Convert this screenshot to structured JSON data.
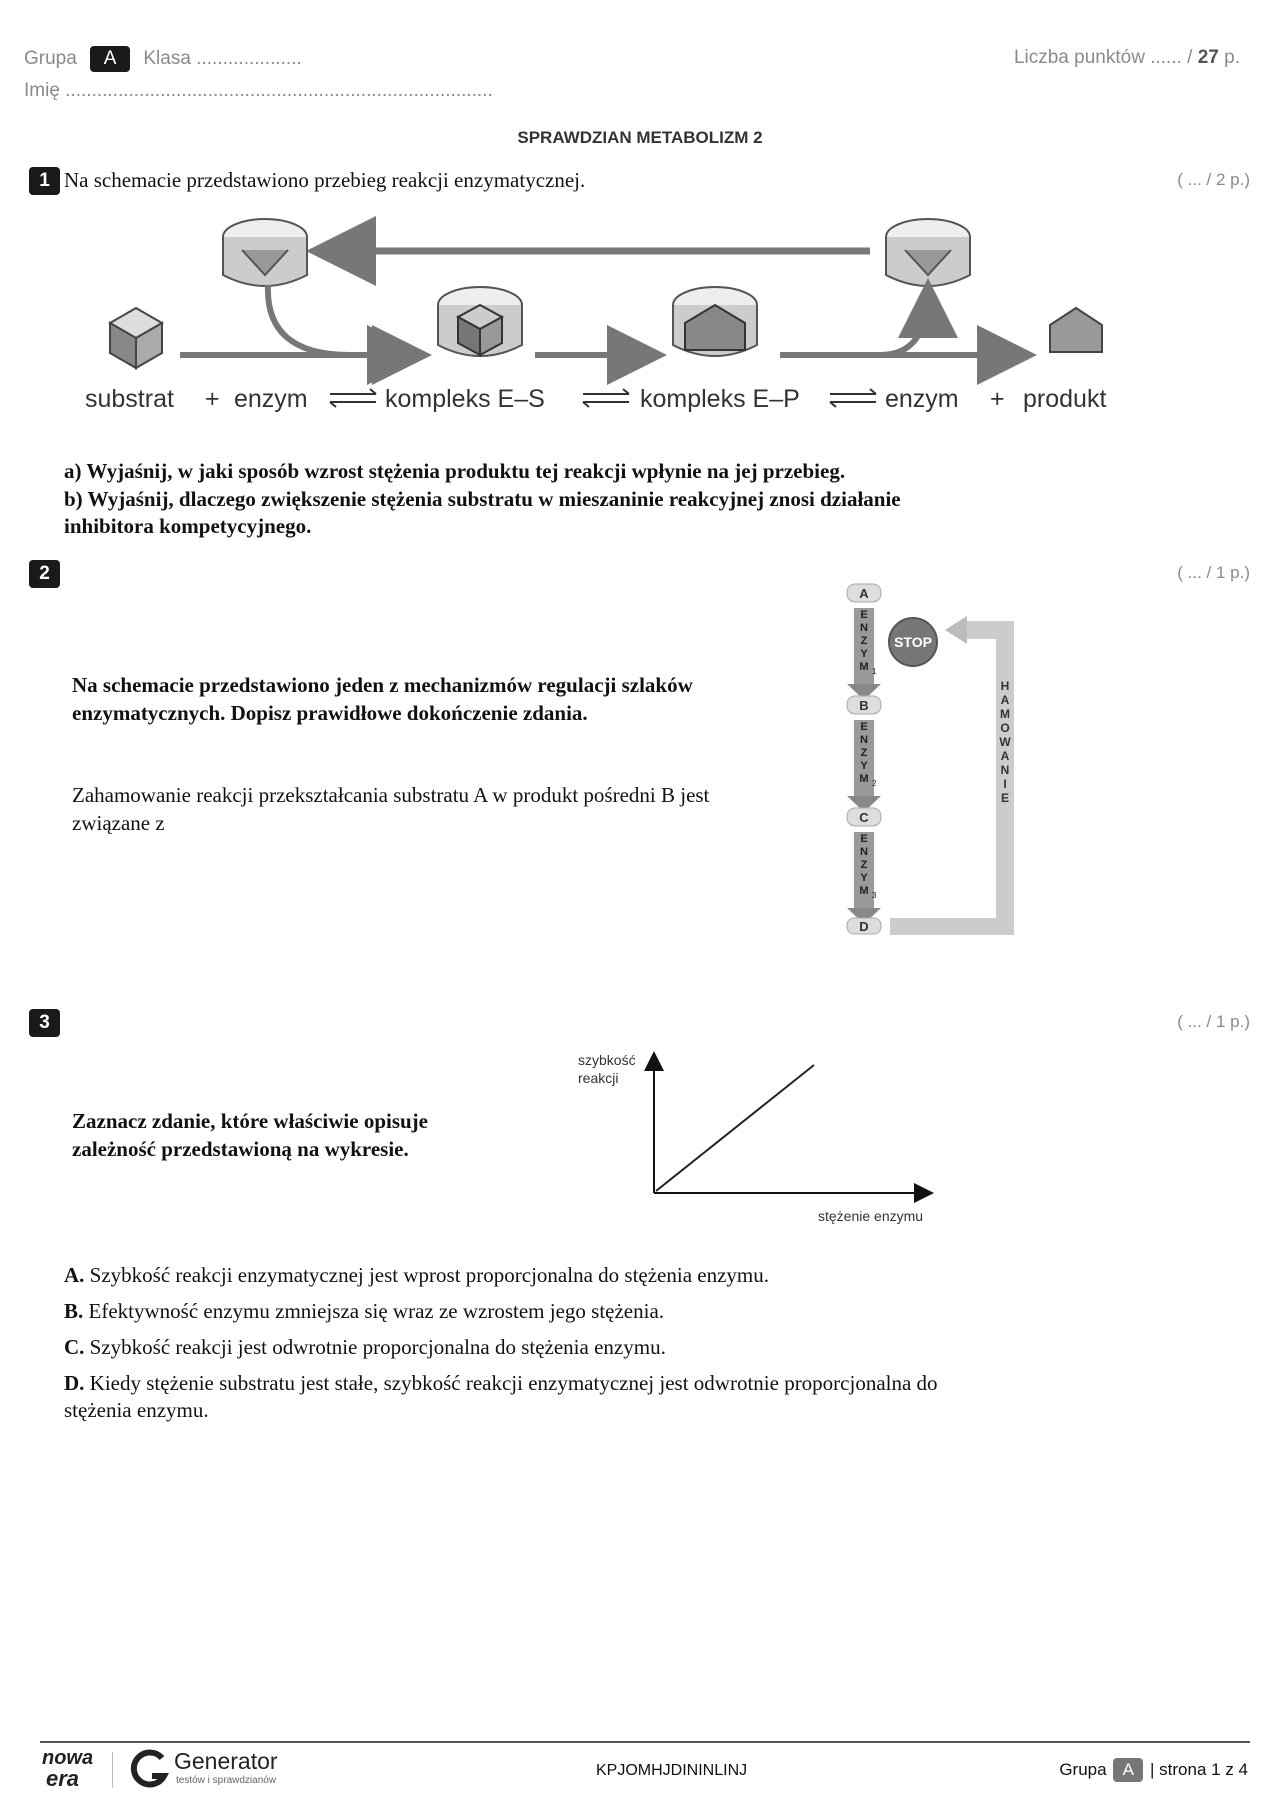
{
  "header": {
    "group_label": "Grupa",
    "group_value": "A",
    "class_label": "Klasa ....................",
    "points_label": "Liczba punktów ...... /",
    "points_total": "27",
    "points_unit": "p.",
    "name_label": "Imię ................................................................................."
  },
  "title": "SPRAWDZIAN METABOLIZM 2",
  "q1": {
    "number": "1",
    "prompt": "Na schemacie przedstawiono przebieg reakcji enzymatycznej.",
    "points": "( ... / 2 p.)",
    "diagram": {
      "substrat": "substrat",
      "plus1": "+",
      "enzym1": "enzym",
      "kompleks_es": "kompleks E–S",
      "kompleks_ep": "kompleks E–P",
      "enzym2": "enzym",
      "plus2": "+",
      "produkt": "produkt"
    },
    "part_a": "a) Wyjaśnij, w jaki sposób wzrost stężenia produktu tej reakcji wpłynie na jej przebieg.",
    "part_b_line1": "b) Wyjaśnij, dlaczego zwiększenie stężenia substratu w mieszaninie reakcyjnej znosi działanie",
    "part_b_line2": "inhibitora kompetycyjnego."
  },
  "q2": {
    "number": "2",
    "points": "( ... / 1 p.)",
    "instruction_line1": "Na schemacie przedstawiono jeden z mechanizmów regulacji szlaków",
    "instruction_line2": "enzymatycznych. Dopisz prawidłowe dokończenie zdania.",
    "sentence_line1": "Zahamowanie reakcji przekształcania substratu A w produkt pośredni B jest",
    "sentence_line2": "związane z",
    "diagram": {
      "nodes": [
        "A",
        "B",
        "C",
        "D"
      ],
      "enzyme_word": [
        "E",
        "N",
        "Z",
        "Y",
        "M"
      ],
      "subscripts": [
        "1",
        "2",
        "3"
      ],
      "stop": "STOP",
      "inhibition_word": [
        "H",
        "A",
        "M",
        "O",
        "W",
        "A",
        "N",
        "I",
        "E"
      ]
    }
  },
  "q3": {
    "number": "3",
    "points": "( ... / 1 p.)",
    "instruction_line1": "Zaznacz zdanie, które właściwie opisuje",
    "instruction_line2": "zależność przedstawioną na wykresie.",
    "chart_data": {
      "type": "line",
      "ylabel_line1": "szybkość",
      "ylabel_line2": "reakcji",
      "xlabel": "stężenie enzymu",
      "series": [
        {
          "values": [
            [
              0,
              0
            ],
            [
              1,
              1
            ]
          ]
        }
      ],
      "grid": false,
      "note": "linear, directly proportional, no numeric ticks"
    },
    "options": [
      {
        "letter": "A.",
        "text": "Szybkość reakcji enzymatycznej jest wprost proporcjonalna do stężenia enzymu."
      },
      {
        "letter": "B.",
        "text": "Efektywność enzymu zmniejsza się wraz ze wzrostem jego stężenia."
      },
      {
        "letter": "C.",
        "text": "Szybkość reakcji jest odwrotnie proporcjonalna do stężenia enzymu."
      },
      {
        "letter": "D.",
        "text": "Kiedy stężenie substratu jest stałe, szybkość reakcji enzymatycznej jest odwrotnie proporcjonalna do",
        "text2": "stężenia enzymu."
      }
    ]
  },
  "footer": {
    "logo_nowa": "nowa",
    "logo_era": "era",
    "generator_title": "Generator",
    "generator_sub": "testów i sprawdzianów",
    "code": "KPJOMHJDININLINJ",
    "group_label": "Grupa",
    "group_value": "A",
    "page_label": "| strona 1 z 4"
  }
}
